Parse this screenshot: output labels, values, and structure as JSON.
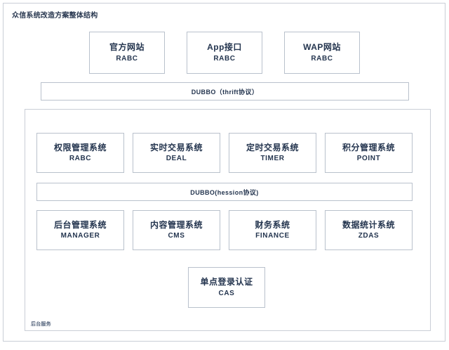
{
  "diagram": {
    "title": "众信系统改造方案整体结构",
    "client_layer": {
      "name": "client-layer",
      "nodes": [
        {
          "cn": "官方网站",
          "en": "RABC"
        },
        {
          "cn": "App接口",
          "en": "RABC"
        },
        {
          "cn": "WAP网站",
          "en": "RABC"
        }
      ]
    },
    "bus_thrift": {
      "label": "DUBBO（thrift协议）"
    },
    "backend": {
      "label": "后台服务",
      "service_row_a": [
        {
          "cn": "权限管理系统",
          "en": "RABC"
        },
        {
          "cn": "实时交易系统",
          "en": "DEAL"
        },
        {
          "cn": "定时交易系统",
          "en": "TIMER"
        },
        {
          "cn": "积分管理系统",
          "en": "POINT"
        }
      ],
      "bus_hession": {
        "label": "DUBBO(hession协议)"
      },
      "service_row_b": [
        {
          "cn": "后台管理系统",
          "en": "MANAGER"
        },
        {
          "cn": "内容管理系统",
          "en": "CMS"
        },
        {
          "cn": "财务系统",
          "en": "FINANCE"
        },
        {
          "cn": "数据统计系统",
          "en": "ZDAS"
        }
      ],
      "sso": {
        "cn": "单点登录认证",
        "en": "CAS"
      }
    },
    "colors": {
      "frame_border": "#c9ced6",
      "node_border": "#b9c1cc",
      "text": "#24354f",
      "title_text": "#2b3a52",
      "background": "#ffffff"
    }
  }
}
